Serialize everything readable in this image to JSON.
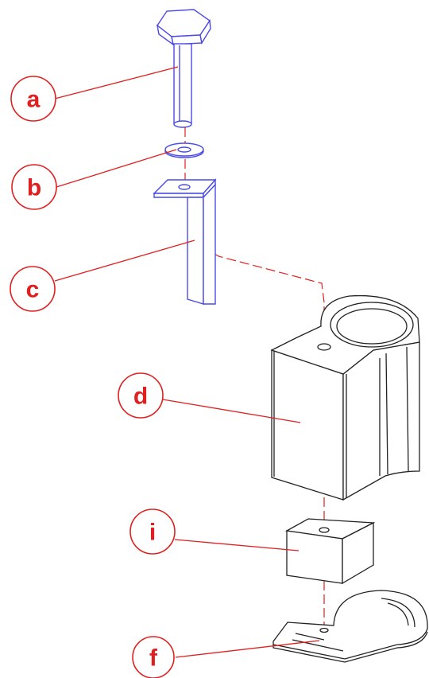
{
  "colors": {
    "part_highlight": "#4a4ae6",
    "callout": "#e02020",
    "part_outline": "#222222"
  },
  "callouts": {
    "a": "a",
    "b": "b",
    "c": "c",
    "d": "d",
    "i": "i",
    "f": "f"
  }
}
